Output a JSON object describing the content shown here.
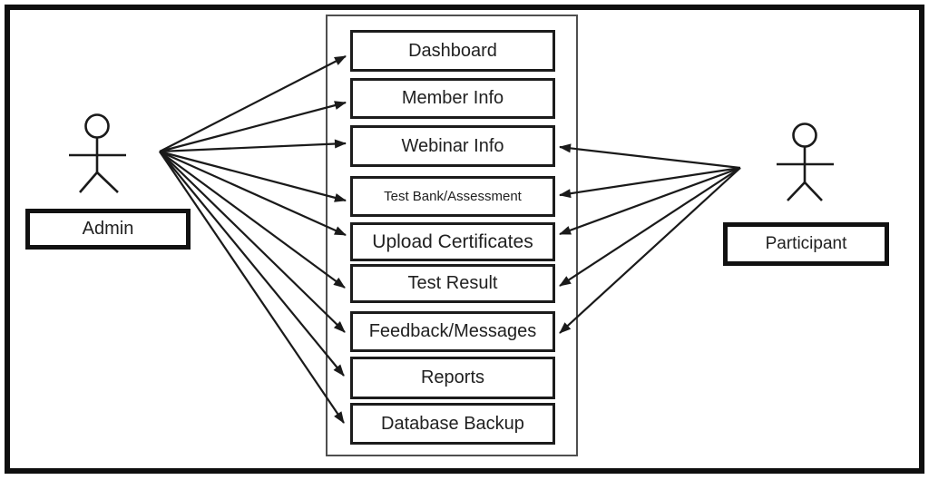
{
  "diagram": {
    "type": "use-case-diagram",
    "actors": [
      {
        "id": "admin",
        "label": "Admin"
      },
      {
        "id": "participant",
        "label": "Participant"
      }
    ],
    "usecases": [
      {
        "label": "Dashboard"
      },
      {
        "label": "Member Info"
      },
      {
        "label": "Webinar Info"
      },
      {
        "label": "Test Bank/Assessment"
      },
      {
        "label": "Upload Certificates"
      },
      {
        "label": "Test Result"
      },
      {
        "label": "Feedback/Messages"
      },
      {
        "label": "Reports"
      },
      {
        "label": "Database Backup"
      }
    ],
    "connections": {
      "admin": [
        "Dashboard",
        "Member Info",
        "Webinar Info",
        "Test Bank/Assessment",
        "Upload Certificates",
        "Test Result",
        "Feedback/Messages",
        "Reports",
        "Database Backup"
      ],
      "participant": [
        "Webinar Info",
        "Test Bank/Assessment",
        "Upload Certificates",
        "Test Result",
        "Feedback/Messages"
      ]
    },
    "colors": {
      "line": "#1a1a1a",
      "text": "#212121",
      "background": "#ffffff",
      "boundary_border": "#4f4f4f"
    }
  }
}
